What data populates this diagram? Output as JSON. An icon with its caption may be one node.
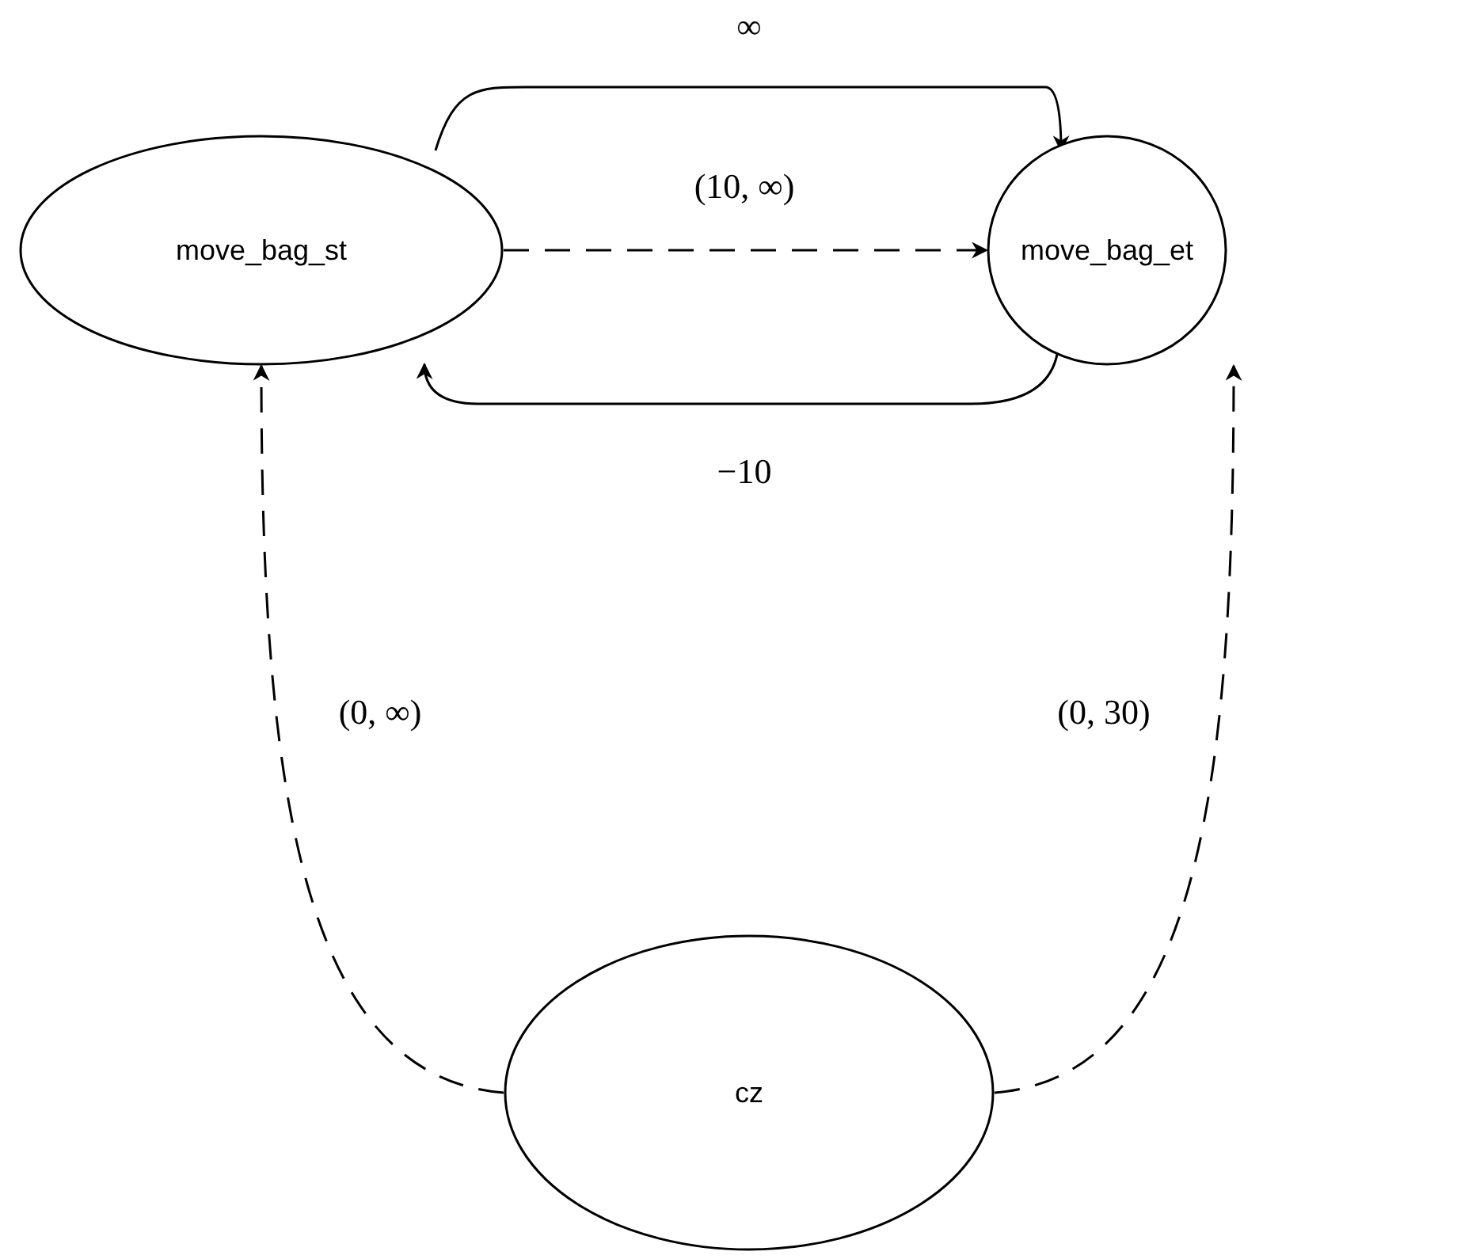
{
  "diagram": {
    "nodes": [
      {
        "text": [
          "move_bag_st"
        ]
      },
      {
        "text": [
          "move_bag_et"
        ]
      },
      {
        "text": [
          "cz"
        ]
      }
    ],
    "edges": [
      {
        "from": 0,
        "to": 1,
        "arrow": "to",
        "label": "∞"
      },
      {
        "from": 0,
        "to": 1,
        "arrow": "to",
        "label": "(10, ∞)",
        "style": "dashed"
      },
      {
        "from": 1,
        "to": 0,
        "arrow": "to",
        "label": "−10"
      },
      {
        "from": 2,
        "to": 0,
        "arrow": "to",
        "label": "(0, ∞)",
        "style": "dashed"
      },
      {
        "from": 2,
        "to": 1,
        "arrow": "to",
        "label": "(0, 30)",
        "style": "dashed"
      }
    ]
  }
}
